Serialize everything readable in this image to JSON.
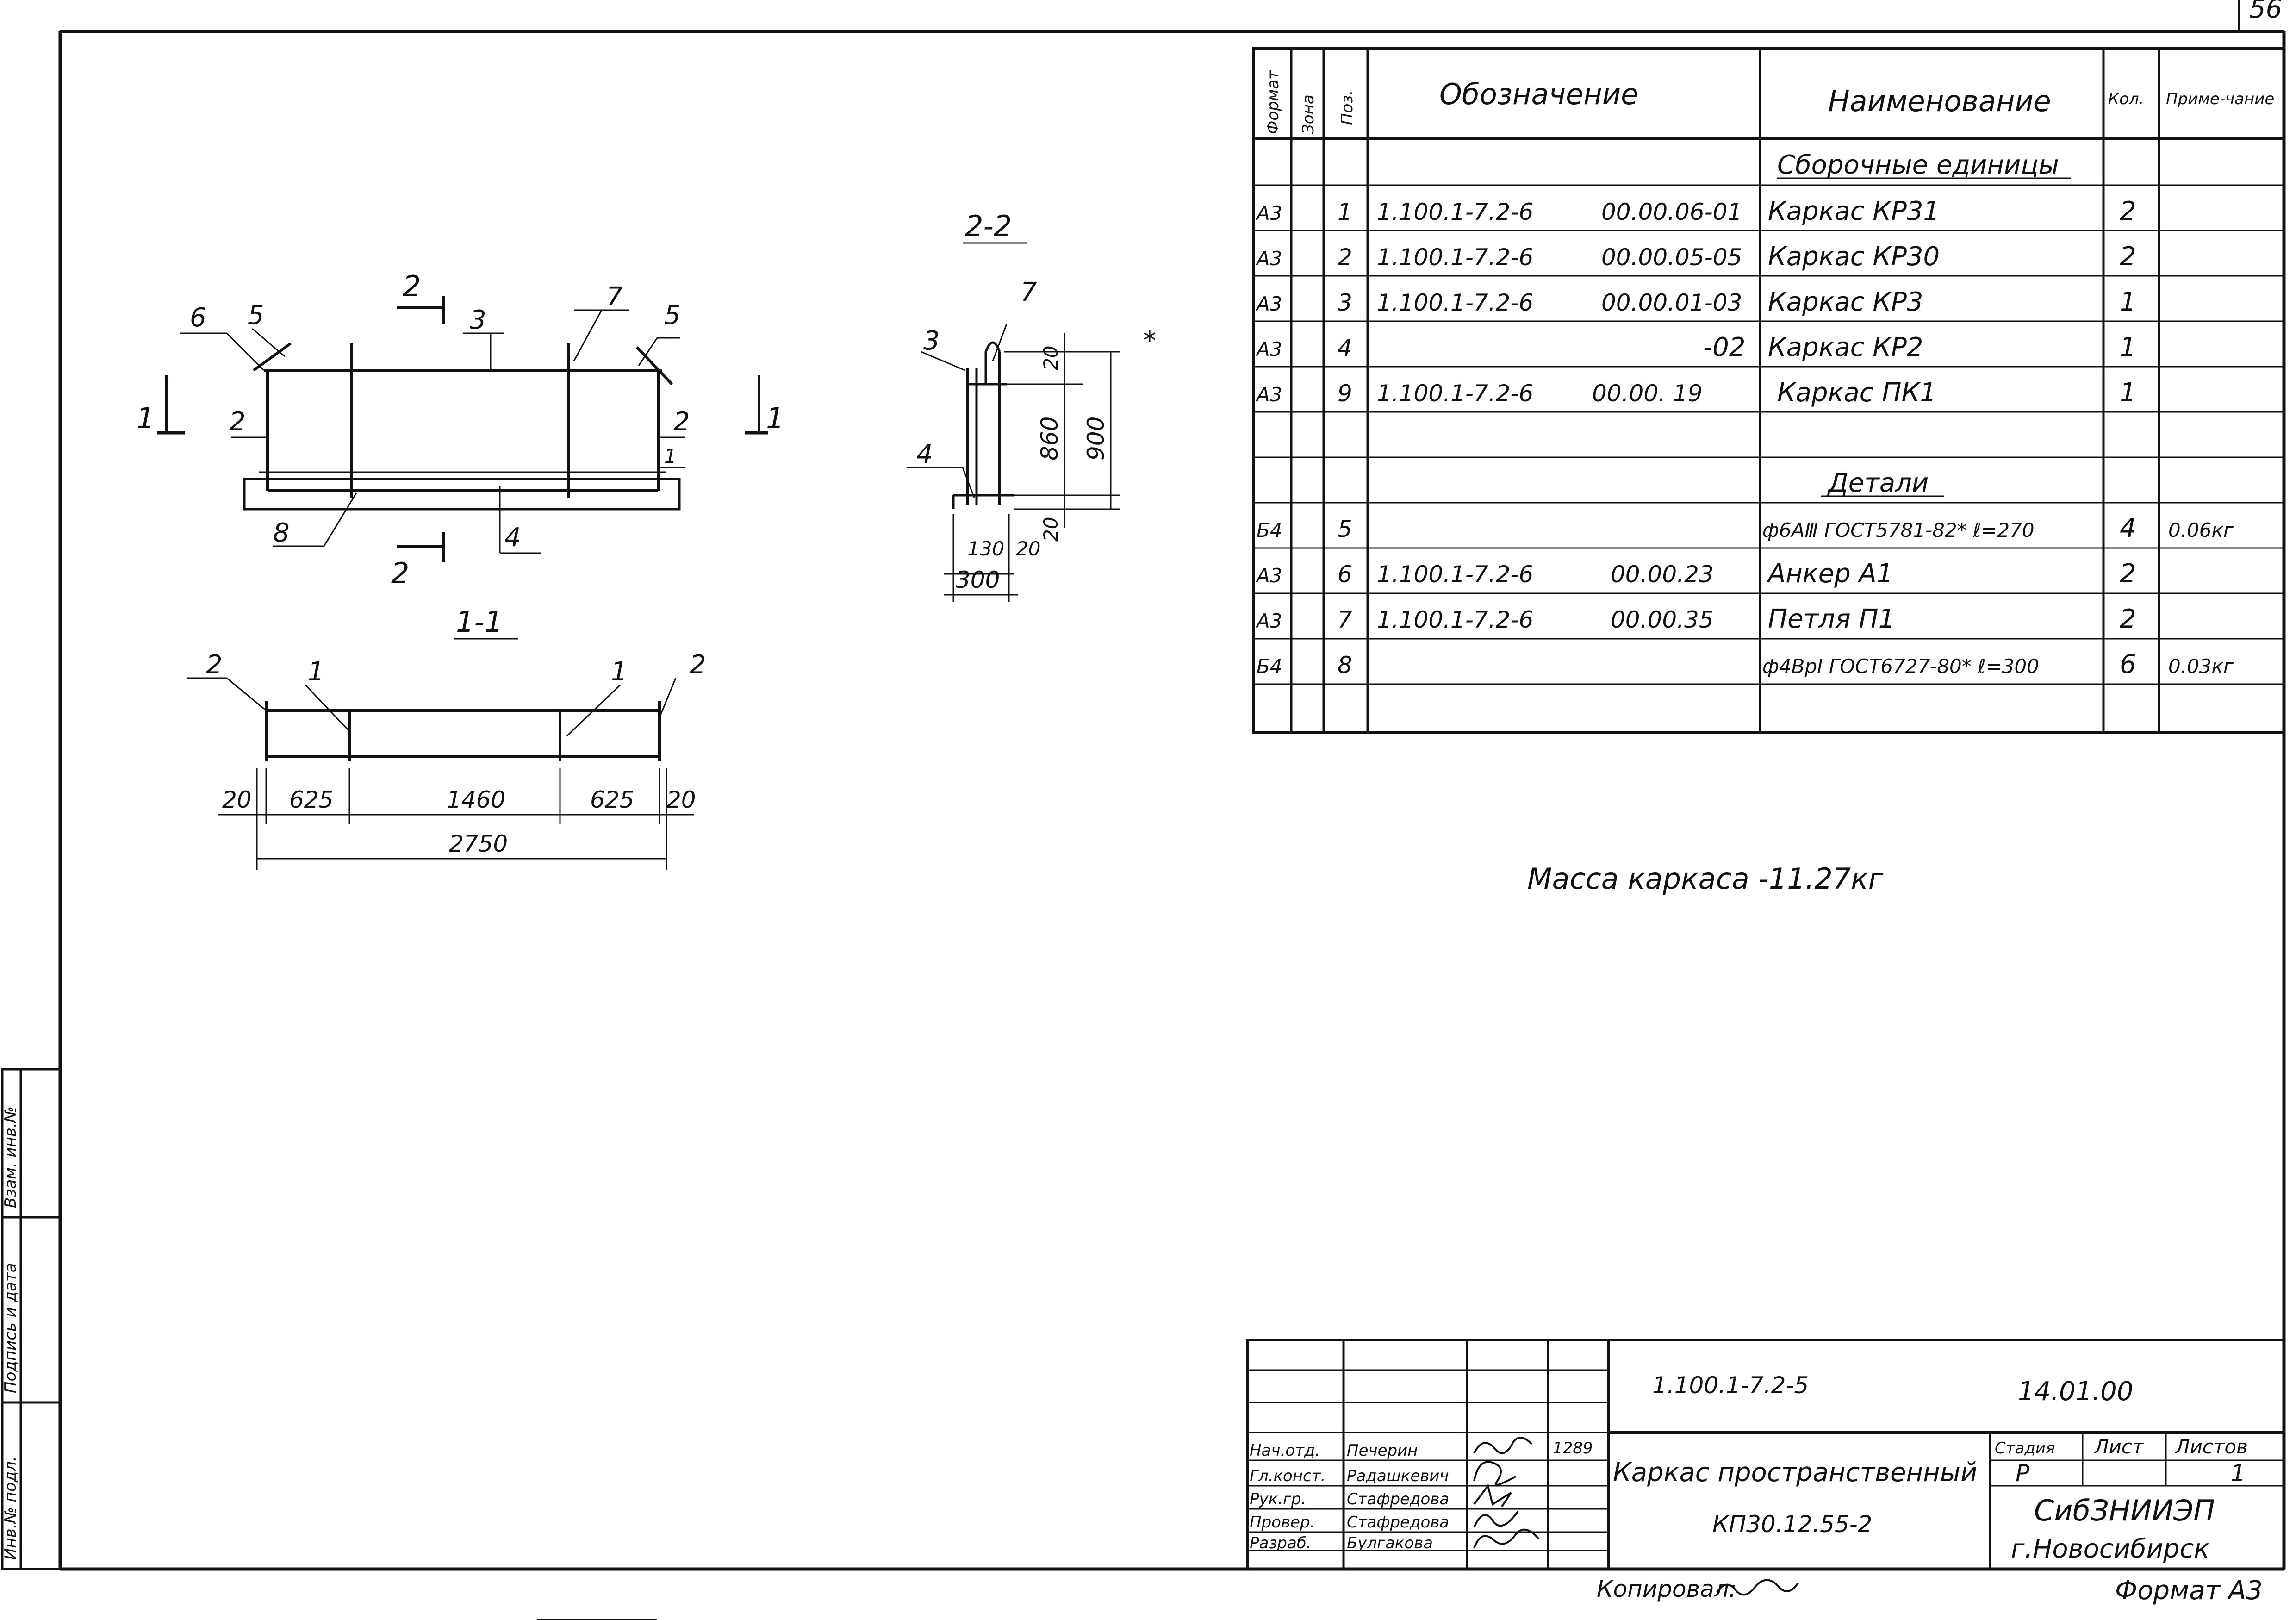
{
  "sheet_number": "56",
  "spec": {
    "headers": {
      "format": "Формат",
      "zone": "Зона",
      "pos": "Поз.",
      "designation": "Обозначение",
      "name": "Наименование",
      "qty": "Кол.",
      "note": "Приме-чание"
    },
    "section_assembly": "Сборочные единицы",
    "section_parts": "Детали",
    "rows_assembly": [
      {
        "format": "А3",
        "pos": "1",
        "doc": "1.100.1-7.2-6",
        "code": "00.00.06-01",
        "name": "Каркас КР31",
        "qty": "2",
        "note": ""
      },
      {
        "format": "А3",
        "pos": "2",
        "doc": "1.100.1-7.2-6",
        "code": "00.00.05-05",
        "name": "Каркас КР30",
        "qty": "2",
        "note": ""
      },
      {
        "format": "А3",
        "pos": "3",
        "doc": "1.100.1-7.2-6",
        "code": "00.00.01-03",
        "name": "Каркас КР3",
        "qty": "1",
        "note": ""
      },
      {
        "format": "А3",
        "pos": "4",
        "doc": "",
        "code": "-02",
        "name": "Каркас КР2",
        "qty": "1",
        "note": ""
      },
      {
        "format": "А3",
        "pos": "9",
        "doc": "1.100.1-7.2-6",
        "code": "00.00. 19",
        "name": "Каркас ПК1",
        "qty": "1",
        "note": ""
      }
    ],
    "rows_parts": [
      {
        "format": "Б4",
        "pos": "5",
        "doc": "",
        "code": "",
        "name": "ф6АⅢ ГОСТ5781-82* ℓ=270",
        "qty": "4",
        "note": "0.06кг"
      },
      {
        "format": "А3",
        "pos": "6",
        "doc": "1.100.1-7.2-6",
        "code": "00.00.23",
        "name": "Анкер А1",
        "qty": "2",
        "note": ""
      },
      {
        "format": "А3",
        "pos": "7",
        "doc": "1.100.1-7.2-6",
        "code": "00.00.35",
        "name": "Петля П1",
        "qty": "2",
        "note": ""
      },
      {
        "format": "Б4",
        "pos": "8",
        "doc": "",
        "code": "",
        "name": "ф4ВрⅠ ГОСТ6727-80* ℓ=300",
        "qty": "6",
        "note": "0.03кг"
      }
    ]
  },
  "mass_note": "Масса каркаса -11.27кг",
  "drawings": {
    "plan_callouts": [
      "6",
      "5",
      "2",
      "3",
      "7",
      "5",
      "1",
      "2",
      "2",
      "1",
      "1",
      "8",
      "2",
      "4"
    ],
    "section_1_1": {
      "title": "1-1",
      "callouts": [
        "2",
        "1",
        "1",
        "2"
      ],
      "dims": [
        "20",
        "625",
        "1460",
        "625",
        "20"
      ],
      "total": "2750"
    },
    "section_2_2": {
      "title": "2-2",
      "callouts": [
        "7",
        "3",
        "4"
      ],
      "dims": [
        "20",
        "860",
        "900",
        "20",
        "130",
        "20",
        "300"
      ],
      "star": "*"
    }
  },
  "title_block": {
    "doc_number": "1.100.1-7.2-5",
    "date": "14.01.00",
    "roles": [
      "Нач.отд.",
      "Гл.конст.",
      "Рук.гр.",
      "Провер.",
      "Разраб."
    ],
    "names": [
      "Печерин",
      "Радашкевич",
      "Стафредова",
      "Стафредова",
      "Булгакова"
    ],
    "year_mark": "1289",
    "title_line1": "Каркас пространственный",
    "title_line2": "КП30.12.55-2",
    "stage_label": "Стадия",
    "sheet_label": "Лист",
    "sheets_label": "Листов",
    "stage_value": "Р",
    "sheets_value": "1",
    "org_line1": "СибЗНИИЭП",
    "org_line2": "г.Новосибирск"
  },
  "footer": {
    "copied": "Копировал:",
    "format": "Формат А3"
  },
  "side_stamp": [
    "Инв.№ подл.",
    "Подпись и дата",
    "Взам. инв.№"
  ]
}
